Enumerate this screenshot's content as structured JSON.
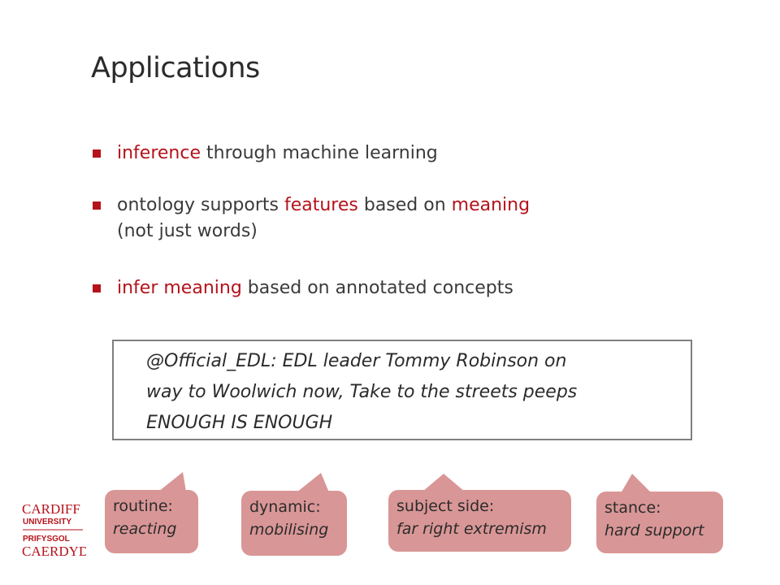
{
  "slide": {
    "title": "Applications",
    "bullets": [
      {
        "parts": [
          {
            "text": "inference",
            "red": true
          },
          {
            "text": " through machine learning",
            "red": false
          }
        ]
      },
      {
        "parts": [
          {
            "text": "ontology supports ",
            "red": false
          },
          {
            "text": "features",
            "red": true
          },
          {
            "text": " based on ",
            "red": false
          },
          {
            "text": "meaning",
            "red": true
          },
          {
            "text": "(not just words)",
            "red": false
          }
        ]
      },
      {
        "parts": [
          {
            "text": "infer meaning",
            "red": true
          },
          {
            "text": " based on annotated concepts",
            "red": false
          }
        ]
      }
    ],
    "tweet": {
      "lines": [
        "@Official_EDL: EDL leader Tommy Robinson on",
        "way to Woolwich now, Take to the streets peeps",
        "ENOUGH IS ENOUGH"
      ]
    },
    "annotations": [
      {
        "label": "routine:",
        "value": "reacting"
      },
      {
        "label": "dynamic:",
        "value": "mobilising"
      },
      {
        "label": "subject side:",
        "value": "far right extremism"
      },
      {
        "label": "stance:",
        "value": "hard support"
      }
    ],
    "logo": {
      "lines": [
        "CARDIFF",
        "UNIVERSITY",
        "PRIFYSGOL",
        "CAERDYD"
      ],
      "color": "#b5121b"
    },
    "colors": {
      "accent": "#b5121b",
      "bubble": "#d99696",
      "box_border": "#7f7f7f"
    }
  }
}
